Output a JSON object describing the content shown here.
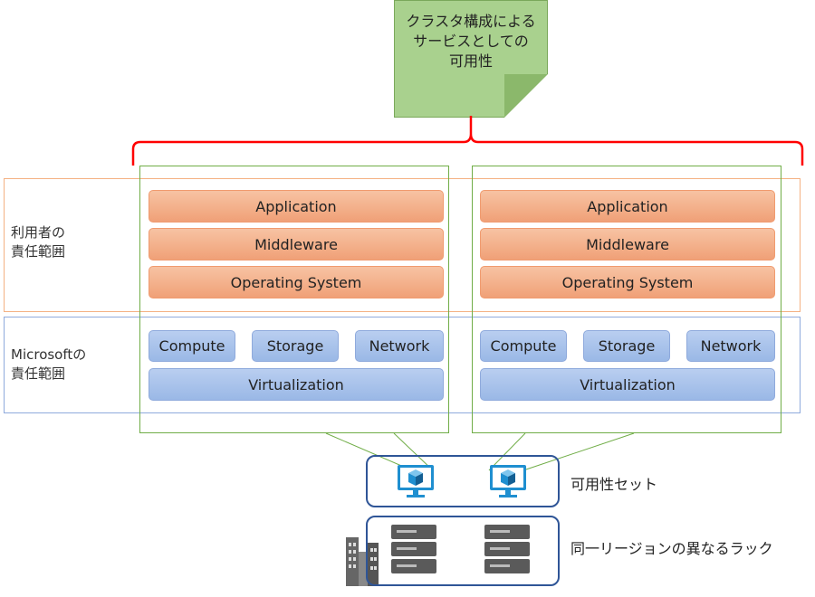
{
  "note": {
    "text": "クラスタ構成による\nサービスとしての\n可用性"
  },
  "bands": {
    "user_label": "利用者の\n責任範囲",
    "microsoft_label": "Microsoftの\n責任範囲"
  },
  "vm_stacks": [
    {
      "application": "Application",
      "middleware": "Middleware",
      "os": "Operating System",
      "compute": "Compute",
      "storage": "Storage",
      "network": "Network",
      "virtualization": "Virtualization"
    },
    {
      "application": "Application",
      "middleware": "Middleware",
      "os": "Operating System",
      "compute": "Compute",
      "storage": "Storage",
      "network": "Network",
      "virtualization": "Virtualization"
    }
  ],
  "availability_set": {
    "label": "可用性セット"
  },
  "racks": {
    "label": "同一リージョンの異なるラック"
  },
  "colors": {
    "brace": "#ff0000",
    "vm_border": "#70ad47",
    "set_border": "#2f5597",
    "user_band": "#f4b183",
    "ms_band": "#8faadc"
  }
}
